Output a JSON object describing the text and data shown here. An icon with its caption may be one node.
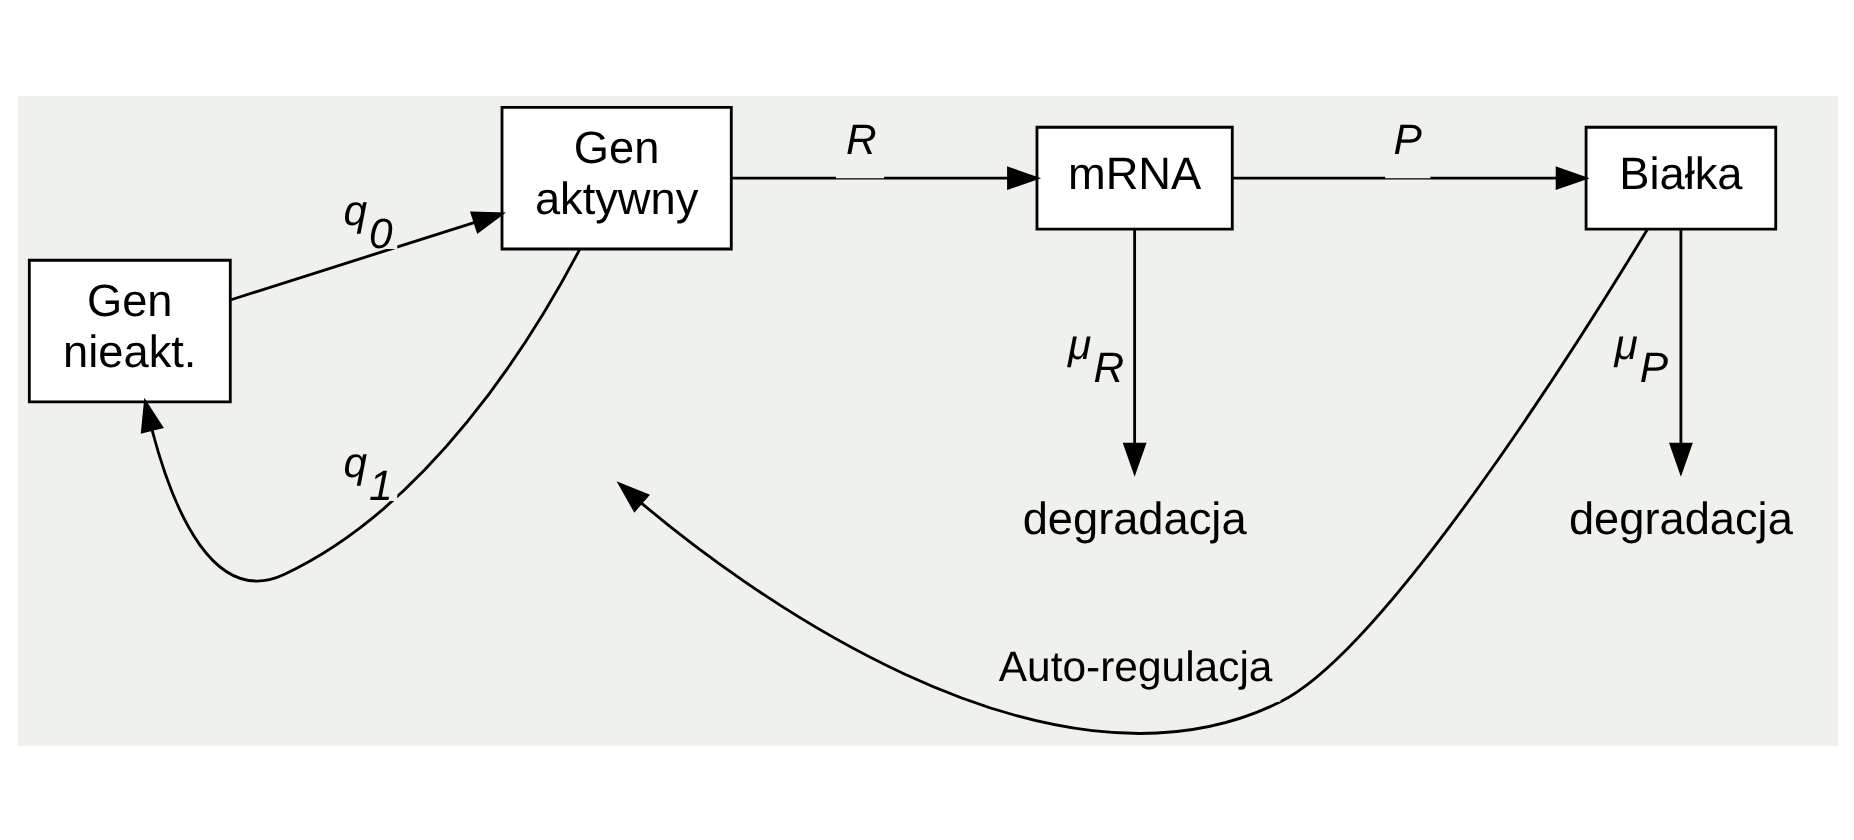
{
  "diagram": {
    "nodes": [
      {
        "text": [
          "Gen nieakt."
        ]
      },
      {
        "text": [
          "Gen aktywny"
        ]
      },
      {
        "text": [
          "mRNA"
        ]
      },
      {
        "text": [
          "Białka"
        ]
      },
      {
        "text": [
          "degradacja"
        ]
      },
      {
        "text": [
          "degradacja"
        ]
      }
    ],
    "edges": [
      {
        "from": 0,
        "to": 1,
        "arrow": "to",
        "label": "q$_{0}$"
      },
      {
        "from": 1,
        "to": 0,
        "arrow": "to",
        "label": "q$_{1}$"
      },
      {
        "from": 1,
        "to": 2,
        "arrow": "to",
        "label": "R"
      },
      {
        "from": 2,
        "to": 3,
        "arrow": "to",
        "label": "P"
      },
      {
        "from": 2,
        "to": 4,
        "arrow": "to",
        "label": "μ$_{R}$"
      },
      {
        "from": 3,
        "to": 5,
        "arrow": "to",
        "label": "μ$_{P}$"
      },
      {
        "from": 3,
        "to": null,
        "arrow": "to",
        "label": "Auto-regulacja"
      }
    ]
  }
}
